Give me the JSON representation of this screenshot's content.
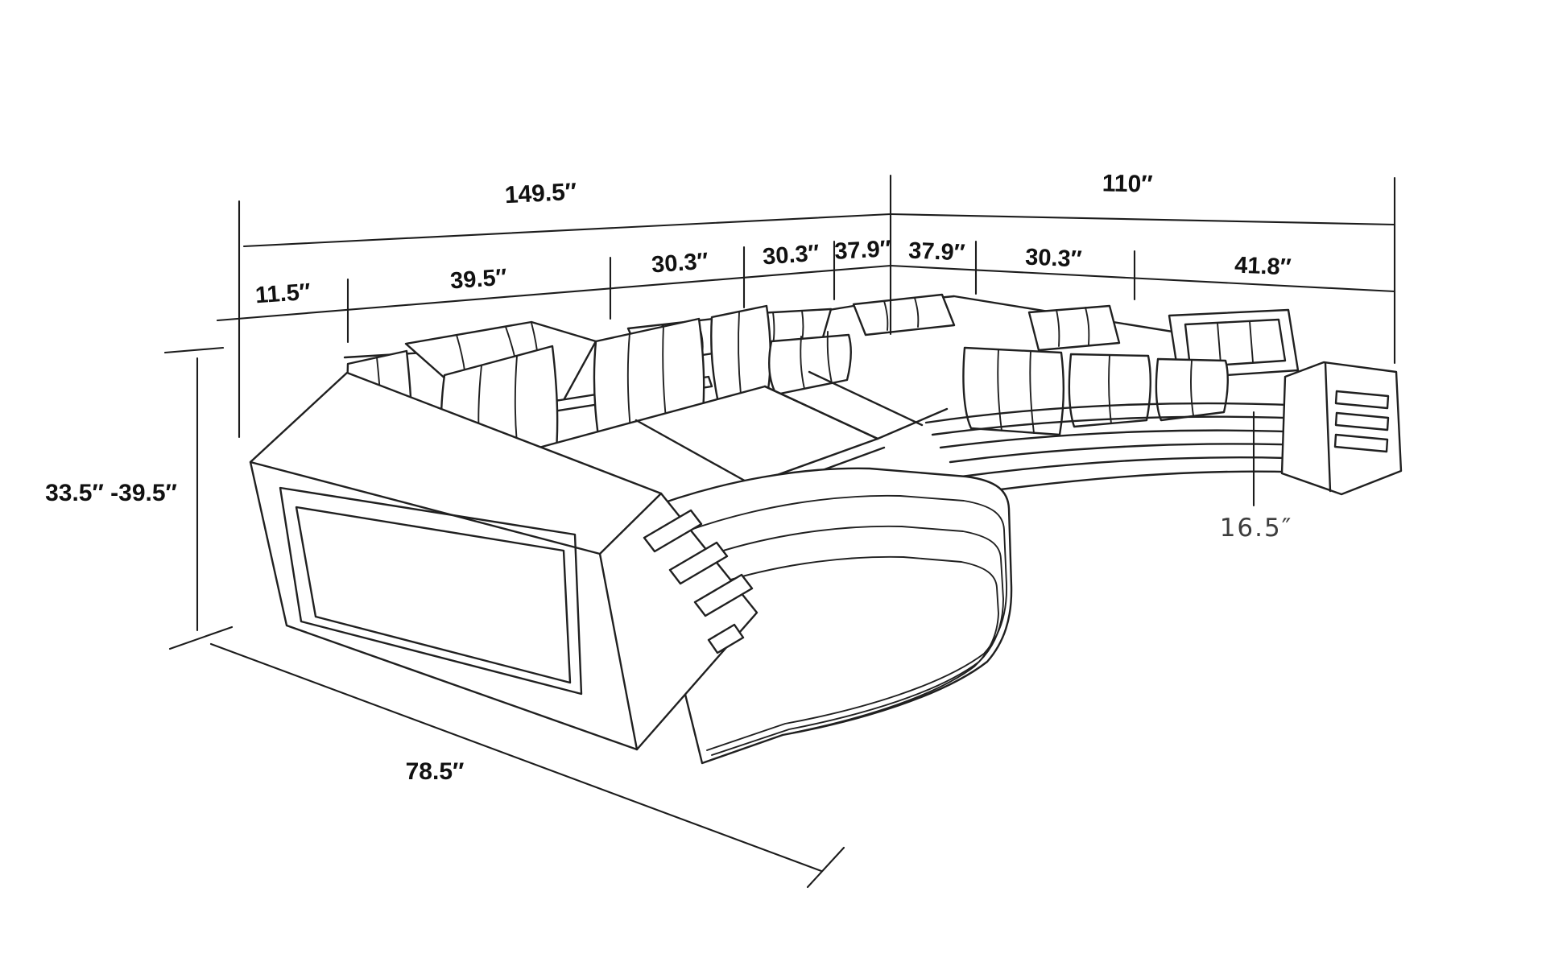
{
  "diagram": {
    "type": "furniture-dimension-line-drawing",
    "subject": "Modern U-shaped sectional sofa with open console arm, chaise lounge and slotted side tables",
    "labels": {
      "overall_left": "149.5″",
      "overall_right": "110″",
      "segments": [
        "11.5″",
        "39.5″",
        "30.3″",
        "30.3″",
        "37.9″",
        "37.9″",
        "30.3″",
        "41.8″"
      ],
      "height_range": "33.5″ -39.5″",
      "front_depth": "78.5″",
      "base_height": "16.5″"
    },
    "colors": {
      "background": "#ffffff",
      "line": "#202020",
      "text": "#111111",
      "base_height_text": "#3d3d3d"
    }
  }
}
